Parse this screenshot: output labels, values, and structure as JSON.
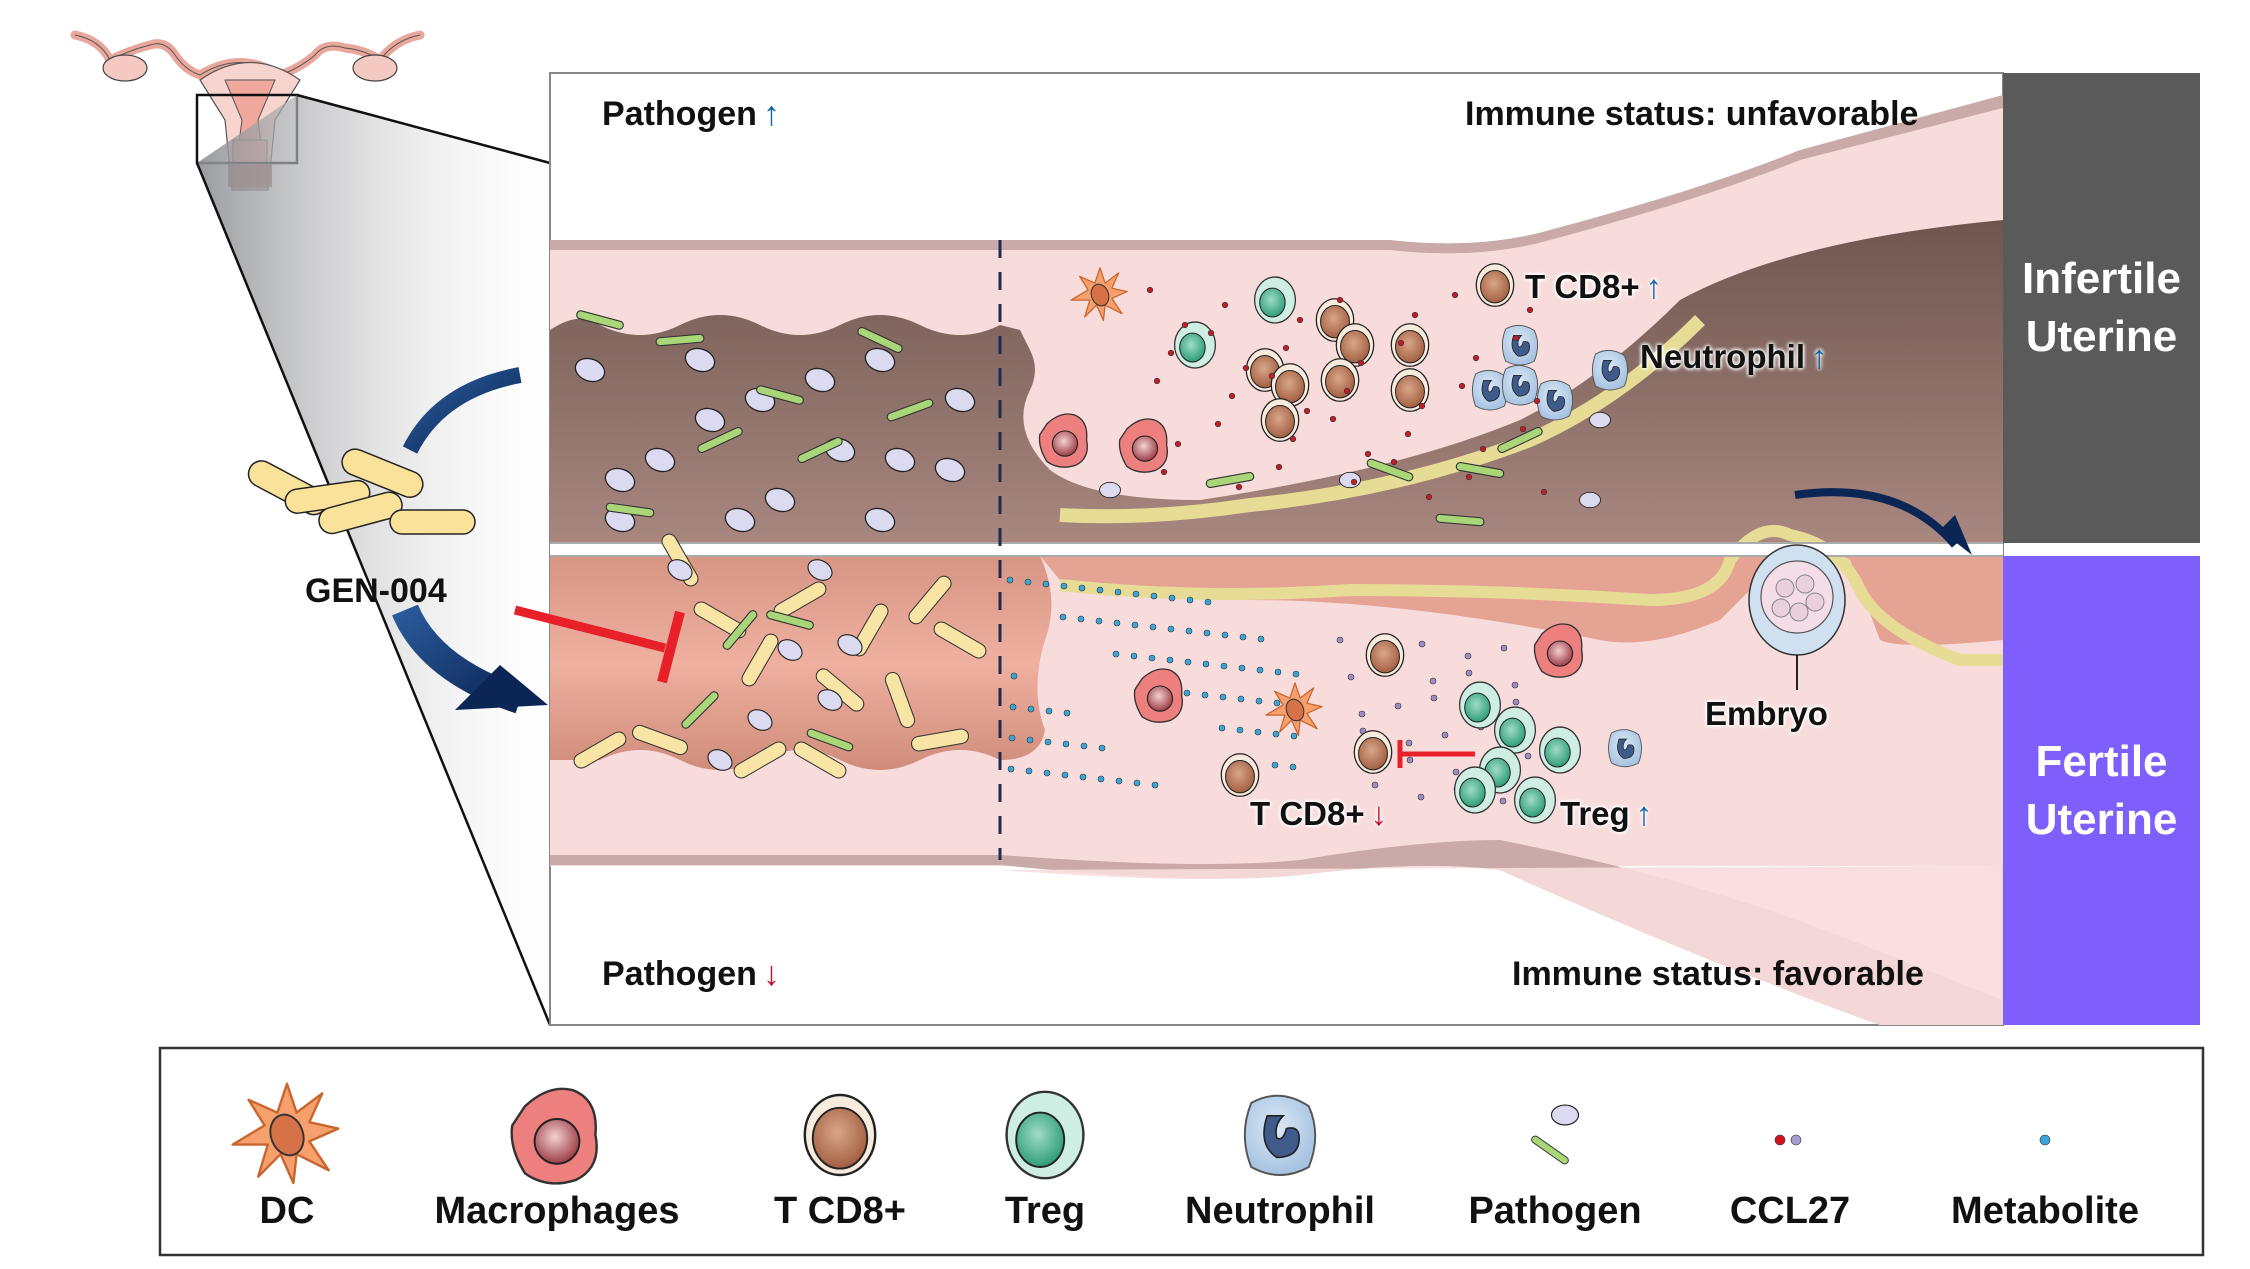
{
  "figure": {
    "upper_panel": {
      "pathogen_label": "Pathogen",
      "pathogen_trend": "up",
      "immune_status": "Immune status: unfavorable",
      "side_label_line1": "Infertile",
      "side_label_line2": "Uterine",
      "side_color": "#5a5a5a",
      "cell_labels": [
        {
          "text": "T CD8+",
          "trend": "up"
        },
        {
          "text": "Neutrophil",
          "trend": "up"
        }
      ]
    },
    "lower_panel": {
      "pathogen_label": "Pathogen",
      "pathogen_trend": "down",
      "immune_status": "Immune status: favorable",
      "side_label_line1": "Fertile",
      "side_label_line2": "Uterine",
      "side_color": "#7f5ffc",
      "cell_labels": [
        {
          "text": "T CD8+",
          "trend": "down"
        },
        {
          "text": "Treg",
          "trend": "up"
        }
      ],
      "embryo_label": "Embryo"
    },
    "treatment_label": "GEN-004",
    "colors": {
      "up_arrow": "#1565a8",
      "down_arrow": "#c8102e",
      "inhibition": "#e8202a",
      "tissue_pink": "#f8dcdc",
      "lumen_dark": "#8a6e68",
      "lumen_fertile": "#e5a393"
    }
  },
  "legend": {
    "items": [
      {
        "label": "DC",
        "icon": "dendritic-cell-icon"
      },
      {
        "label": "Macrophages",
        "icon": "macrophage-icon"
      },
      {
        "label": "T CD8+",
        "icon": "t-cd8-cell-icon"
      },
      {
        "label": "Treg",
        "icon": "treg-cell-icon"
      },
      {
        "label": "Neutrophil",
        "icon": "neutrophil-icon"
      },
      {
        "label": "Pathogen",
        "icon": "pathogen-icon"
      },
      {
        "label": "CCL27",
        "icon": "ccl27-icon"
      },
      {
        "label": "Metabolite",
        "icon": "metabolite-icon"
      }
    ]
  }
}
